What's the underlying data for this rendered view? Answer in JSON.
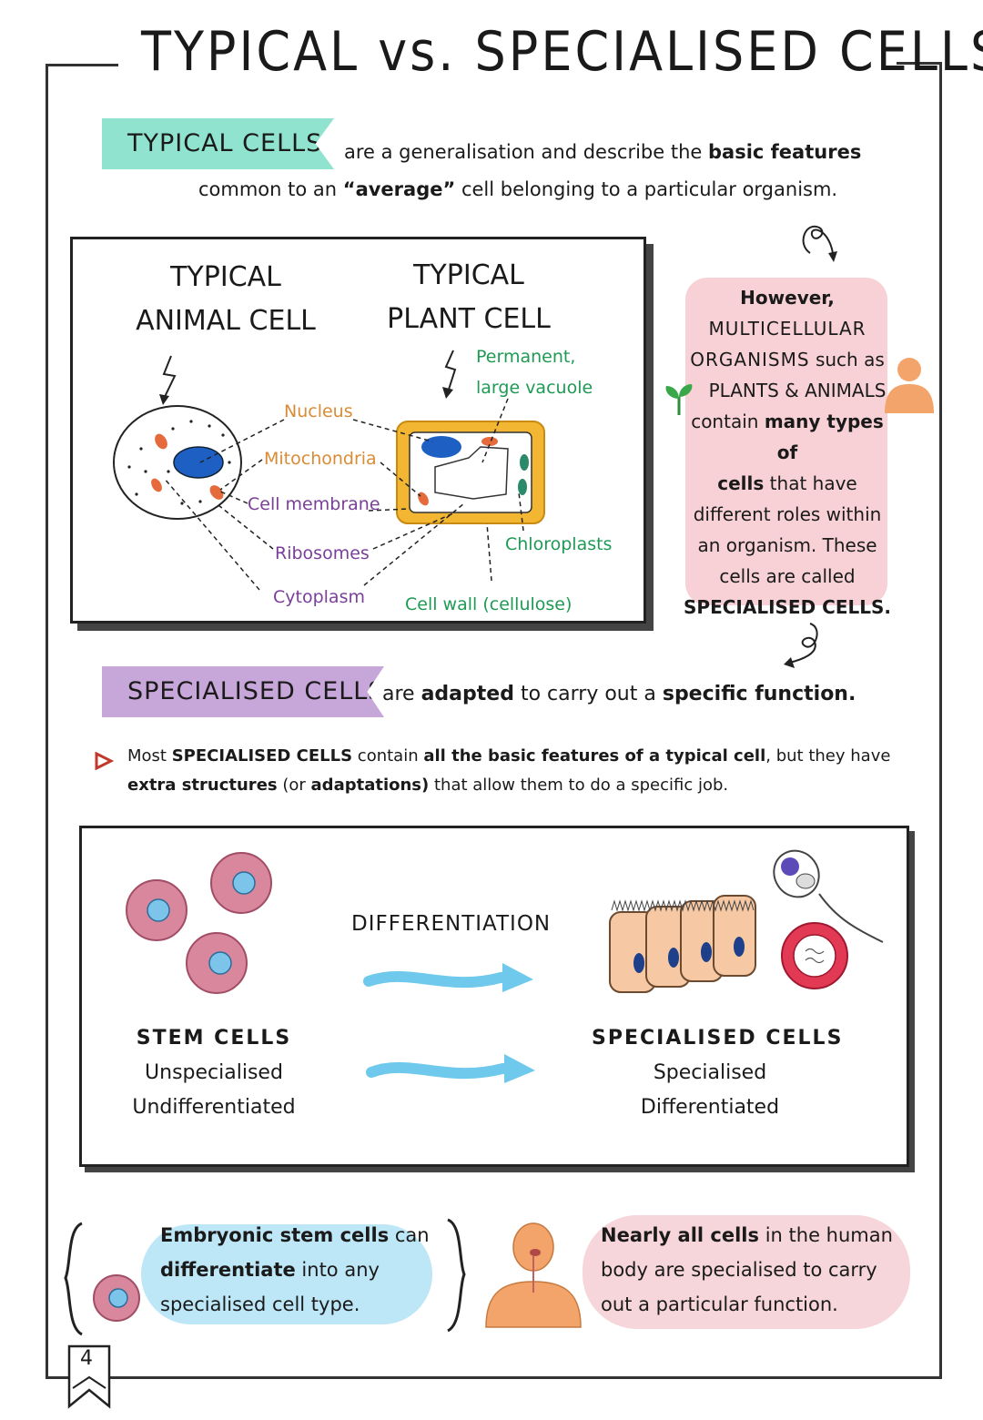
{
  "title": "TYPICAL vs. SPECIALISED CELLS",
  "typical": {
    "banner": "TYPICAL CELLS",
    "intro_1a": "are a generalisation and describe the",
    "intro_1b": "basic features",
    "intro_2a": "common to an",
    "intro_2b": "“average”",
    "intro_2c": "cell belonging to a particular organism."
  },
  "diagram": {
    "animal_title_1": "TYPICAL",
    "animal_title_2": "ANIMAL CELL",
    "plant_title_1": "TYPICAL",
    "plant_title_2": "PLANT CELL",
    "labels": {
      "nucleus": "Nucleus",
      "mitochondria": "Mitochondria",
      "cell_membrane": "Cell membrane",
      "ribosomes": "Ribosomes",
      "cytoplasm": "Cytoplasm",
      "vacuole_1": "Permanent,",
      "vacuole_2": "large vacuole",
      "chloroplasts": "Chloroplasts",
      "cell_wall": "Cell wall (cellulose)"
    }
  },
  "sidebar": {
    "l1": "However,",
    "l2": "MULTICELLULAR",
    "l3a": "ORGANISMS",
    "l3b": "such as",
    "l4": "PLANTS & ANIMALS",
    "l5a": "contain",
    "l5b": "many types of",
    "l6a": "cells",
    "l6b": "that have",
    "l7": "different roles within",
    "l8": "an organism. These",
    "l9": "cells are called",
    "l10": "SPECIALISED CELLS."
  },
  "specialised": {
    "banner": "SPECIALISED CELLS",
    "intro_a": "are",
    "intro_b": "adapted",
    "intro_c": "to carry out a",
    "intro_d": "specific function.",
    "bullet_1a": "Most",
    "bullet_1b": "SPECIALISED CELLS",
    "bullet_1c": "contain",
    "bullet_1d": "all the basic features of a typical cell",
    "bullet_1e": ", but they have",
    "bullet_2a": "extra structures",
    "bullet_2b": "(or",
    "bullet_2c": "adaptations)",
    "bullet_2d": "that allow them to do a specific job."
  },
  "differentiation": {
    "label": "DIFFERENTIATION",
    "stem_title": "STEM CELLS",
    "stem_l1": "Unspecialised",
    "stem_l2": "Undifferentiated",
    "spec_title": "SPECIALISED CELLS",
    "spec_l1": "Specialised",
    "spec_l2": "Differentiated"
  },
  "footer": {
    "embryo_1a": "Embryonic stem cells",
    "embryo_1b": "can",
    "embryo_2a": "differentiate",
    "embryo_2b": "into any",
    "embryo_3": "specialised cell type.",
    "human_1a": "Nearly all cells",
    "human_1b": "in the human",
    "human_2": "body are specialised to carry",
    "human_3": "out a particular function.",
    "page_number": "4"
  },
  "colors": {
    "teal": "#8fe3cf",
    "lilac": "#c7a6d9",
    "pink": "#f7d1d6",
    "blue": "#bde6f6",
    "nucleus": "#1e5fc4",
    "wall": "#f2b632"
  }
}
